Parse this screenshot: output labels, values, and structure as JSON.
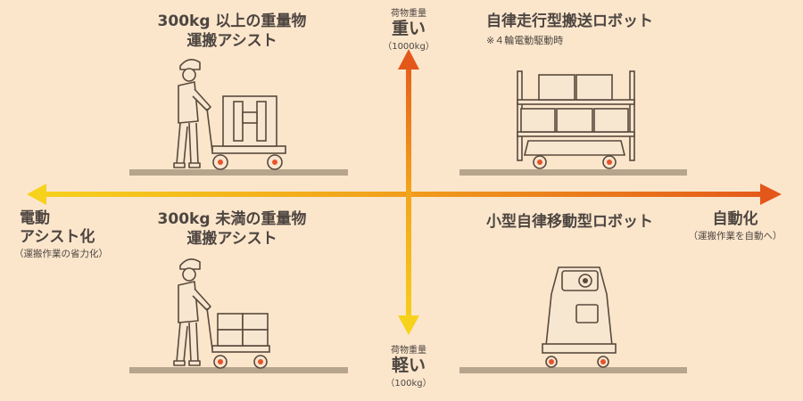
{
  "axis": {
    "top": {
      "small": "荷物重量",
      "big": "重い",
      "sub": "（1000kg）"
    },
    "bottom": {
      "small": "荷物重量",
      "big": "軽い",
      "sub": "（100kg）"
    },
    "left": {
      "line1": "電動",
      "line2": "アシスト化",
      "sub": "（運搬作業の省力化）"
    },
    "right": {
      "big": "自動化",
      "sub": "（運搬作業を自動へ）"
    }
  },
  "quadrants": {
    "top_left": {
      "line1": "300kg 以上の重量物",
      "line2": "運搬アシスト"
    },
    "top_right": {
      "line1": "自律走行型搬送ロボット",
      "note": "※４輪電動駆動時"
    },
    "bottom_left": {
      "line1": "300kg 未満の重量物",
      "line2": "運搬アシスト"
    },
    "bottom_right": {
      "line1": "小型自律移動型ロボット"
    }
  },
  "colors": {
    "background": "#fbe6cc",
    "arrow_yellow": "#f7d21d",
    "arrow_orange": "#e4571b",
    "illustration_fill": "#f7e6d0",
    "illustration_line": "#5a4a3c",
    "wheel_accent": "#e8532b",
    "ground": "#b7a48c"
  },
  "icons": [
    "worker-icon",
    "hand-cart-icon",
    "cargo-box-icon",
    "transport-robot-icon",
    "shelf-rack-icon",
    "small-robot-icon"
  ]
}
